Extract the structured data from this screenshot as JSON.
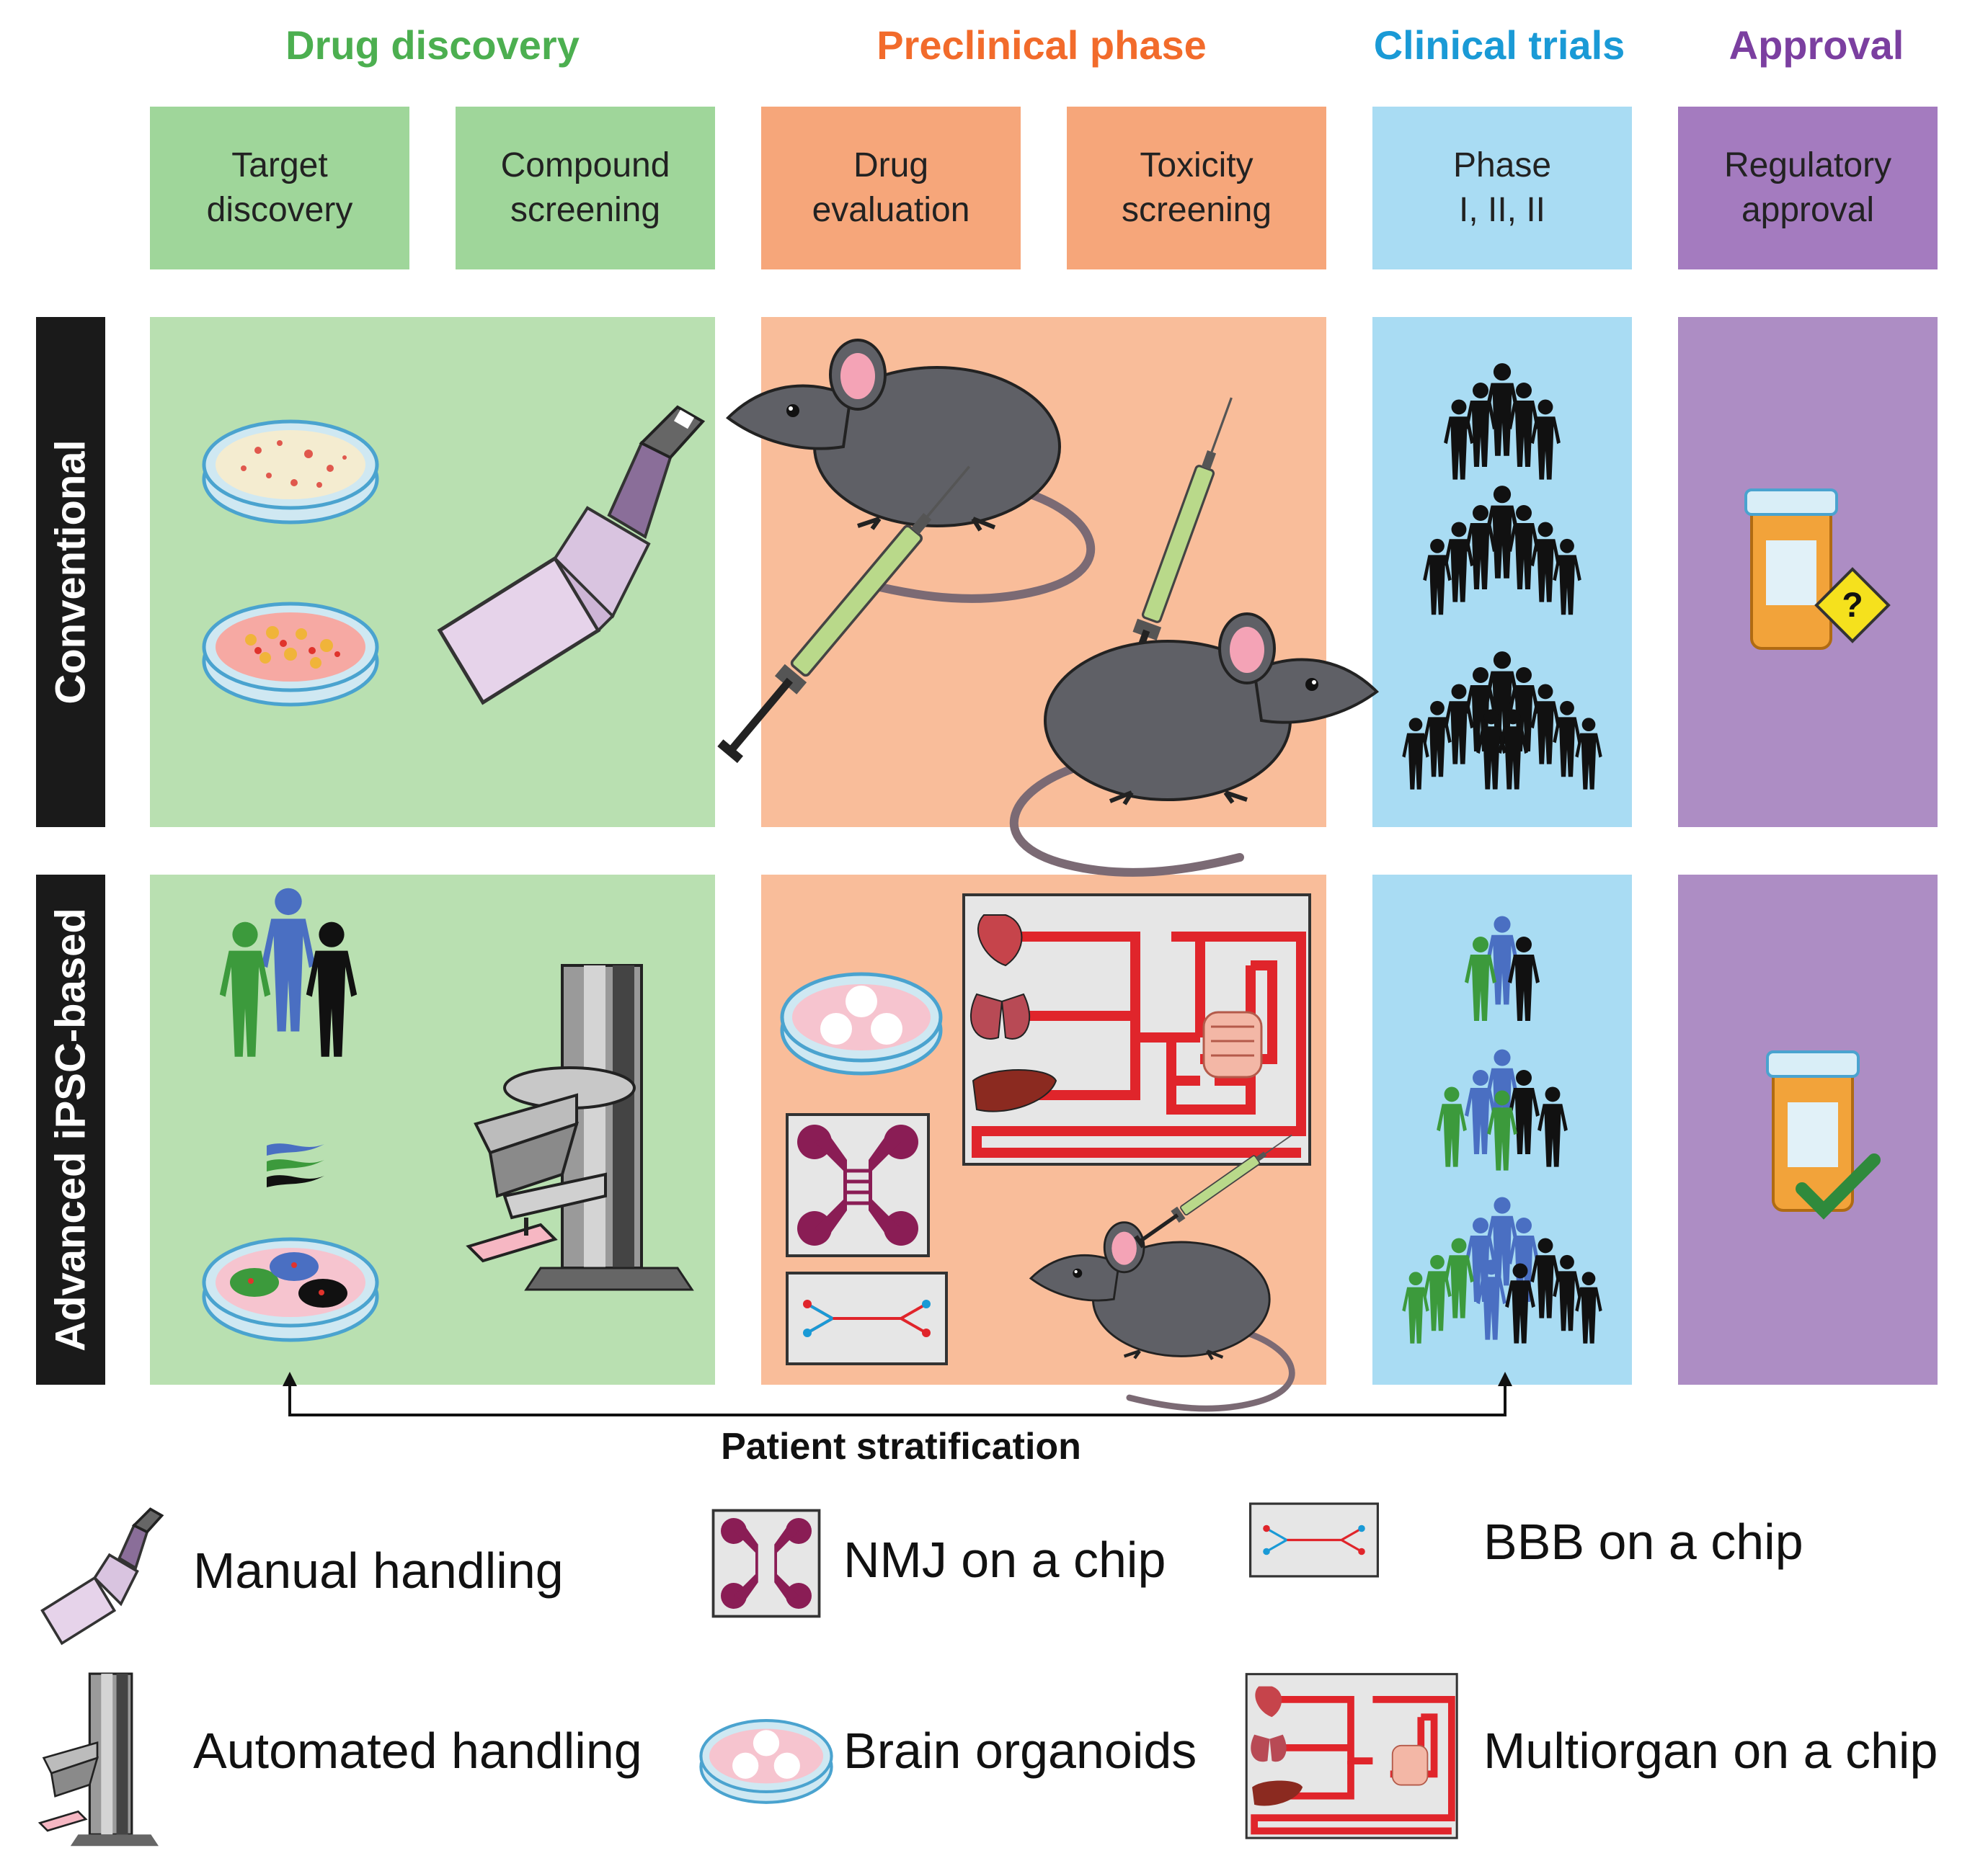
{
  "phases": [
    {
      "title": "Drug discovery",
      "color": "#4caf50"
    },
    {
      "title": "Preclinical phase",
      "color": "#f26b2b"
    },
    {
      "title": "Clinical trials",
      "color": "#1a9ad6"
    },
    {
      "title": "Approval",
      "color": "#7b3fa0"
    }
  ],
  "stages": [
    {
      "line1": "Target",
      "line2": "discovery"
    },
    {
      "line1": "Compound",
      "line2": "screening"
    },
    {
      "line1": "Drug",
      "line2": "evaluation"
    },
    {
      "line1": "Toxicity",
      "line2": "screening"
    },
    {
      "line1": "Phase",
      "line2": "I, II, II"
    },
    {
      "line1": "Regulatory",
      "line2": "approval"
    }
  ],
  "rows": {
    "conventional": "Conventional",
    "advanced": "Advanced iPSC-based"
  },
  "stratification": "Patient stratification",
  "legend": {
    "manual": "Manual handling",
    "automated": "Automated handling",
    "nmj": "NMJ on a chip",
    "organoids": "Brain organoids",
    "bbb": "BBB on a chip",
    "multiorgan": "Multiorgan on a chip"
  },
  "approval_question_mark": "?",
  "colors": {
    "green_box": "#9fd69a",
    "green_panel": "#b9e0b1",
    "orange_box": "#f6a67a",
    "orange_panel": "#f9bd9a",
    "blue": "#a9dcf3",
    "purple_box": "#a47bbf",
    "purple_panel": "#ad8dc4",
    "chip_red": "#e0252b",
    "mouse_gray": "#5f6066",
    "green_person": "#3c9a3c",
    "blue_person": "#4a6fc2"
  }
}
